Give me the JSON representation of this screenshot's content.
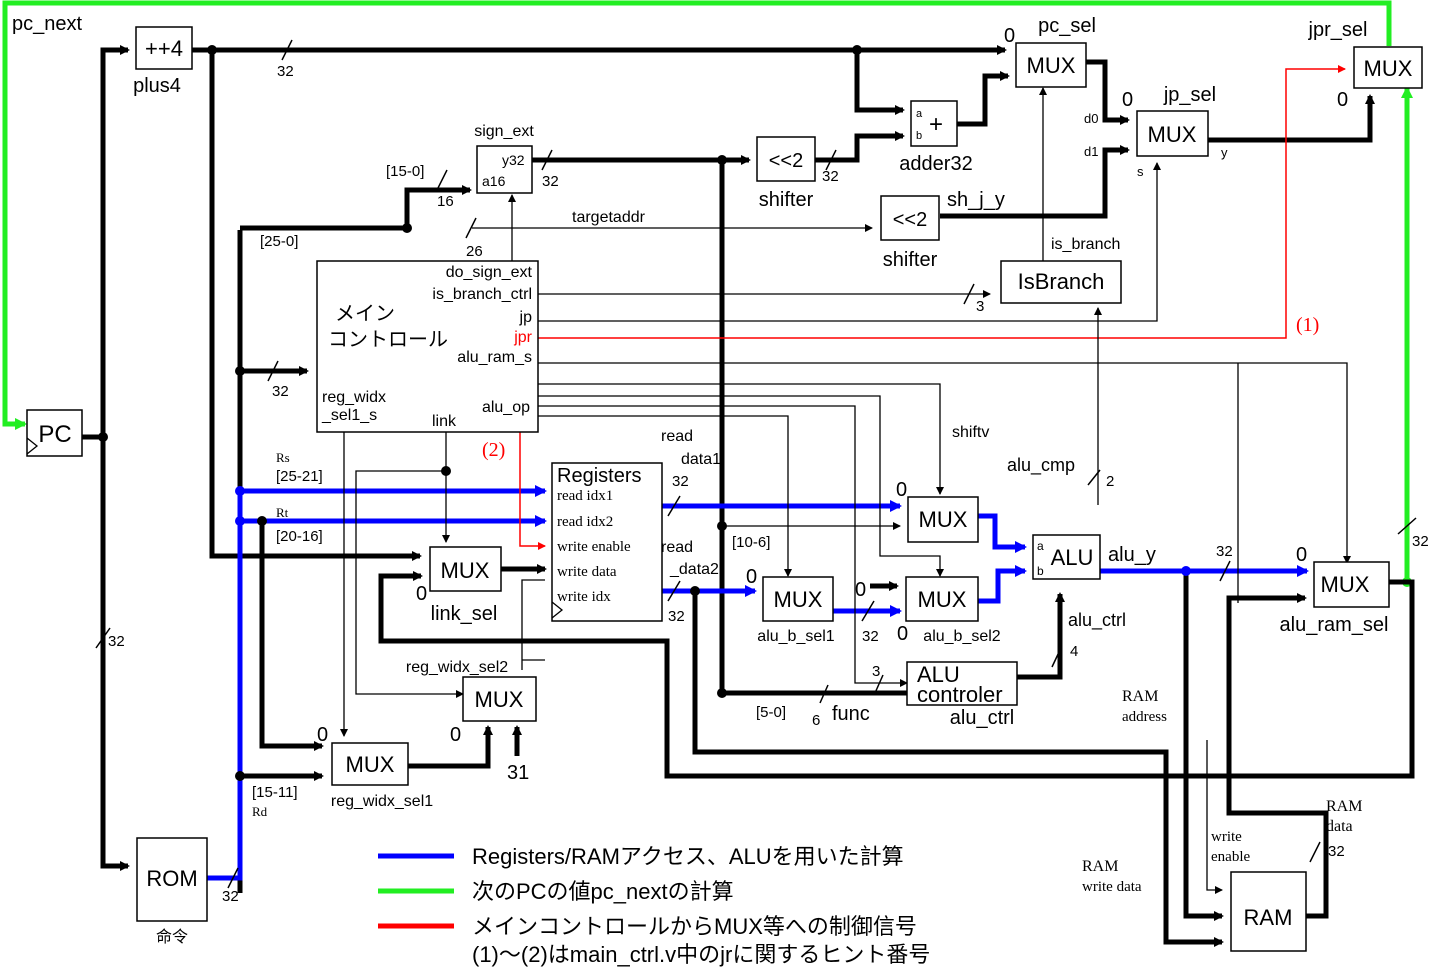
{
  "blocks": {
    "plus4": {
      "text": "++4",
      "label": "plus4"
    },
    "pc": {
      "text": "PC"
    },
    "rom": {
      "text": "ROM",
      "label": "命令"
    },
    "main_ctrl": {
      "title1": "メイン",
      "title2": "コントロール",
      "ports": [
        "do_sign_ext",
        "is_branch_ctrl",
        "jp",
        "jpr",
        "alu_ram_s",
        "alu_op"
      ],
      "port_reg_widx_1": "reg_widx",
      "port_reg_widx_2": "_sel1_s",
      "port_link": "link"
    },
    "sign_ext": {
      "label": "sign_ext",
      "in": "a16",
      "out": "y32"
    },
    "shifter1": {
      "text": "<<2",
      "label": "shifter"
    },
    "shifter2": {
      "text": "<<2",
      "label": "shifter"
    },
    "adder": {
      "text": "+",
      "a": "a",
      "b": "b",
      "label": "adder32"
    },
    "pc_sel": {
      "text": "MUX",
      "label": "pc_sel",
      "zero": "0"
    },
    "jp_sel": {
      "text": "MUX",
      "label": "jp_sel",
      "zero": "0",
      "d0": "d0",
      "d1": "d1",
      "s": "s",
      "y": "y"
    },
    "jpr_sel": {
      "text": "MUX",
      "label": "jpr_sel",
      "zero": "0"
    },
    "isbranch": {
      "text": "IsBranch",
      "label": "is_branch"
    },
    "registers": {
      "title": "Registers",
      "ports": [
        "read idx1",
        "read idx2",
        "write enable",
        "write data",
        "write idx"
      ],
      "read1_a": "read",
      "read1_b": "data1",
      "read2_a": "read",
      "read2_b": "_data2"
    },
    "link_sel": {
      "text": "MUX",
      "label": "link_sel",
      "zero": "0"
    },
    "reg_widx_sel2": {
      "text": "MUX",
      "label": "reg_widx_sel2",
      "zero": "0"
    },
    "reg_widx_sel1": {
      "text": "MUX",
      "label": "reg_widx_sel1",
      "zero": "0"
    },
    "alu_a_mux": {
      "text": "MUX",
      "zero": "0"
    },
    "alu_b_sel1": {
      "text": "MUX",
      "label": "alu_b_sel1",
      "zero": "0"
    },
    "alu_b_sel2": {
      "text": "MUX",
      "label": "alu_b_sel2",
      "zero": "0",
      "zero2": "0"
    },
    "alu": {
      "text": "ALU",
      "a": "a",
      "b": "b",
      "label": "alu_y"
    },
    "alu_ctrl": {
      "text1": "ALU",
      "text2": "controler",
      "label": "alu_ctrl"
    },
    "alu_ram_sel": {
      "text": "MUX",
      "label": "alu_ram_sel",
      "zero": "0"
    },
    "ram": {
      "text": "RAM"
    }
  },
  "signals": {
    "pc_next": "pc_next",
    "targetaddr": "targetaddr",
    "sh_j_y": "sh_j_y",
    "shiftv": "shiftv",
    "alu_cmp": "alu_cmp",
    "alu_ctrl_sig": "alu_ctrl",
    "func": "func",
    "rs": "Rs",
    "rt": "Rt",
    "rd": "Rd",
    "ram_address_1": "RAM",
    "ram_address_2": "address",
    "ram_data_1": "RAM",
    "ram_data_2": "data",
    "ram_wdata_1": "RAM",
    "ram_wdata_2": "write data",
    "write_enable_1": "write",
    "write_enable_2": "enable",
    "const31": "31",
    "hint1": "(1)",
    "hint2": "(2)"
  },
  "bits": {
    "b15_0": "[15-0]",
    "b25_0": "[25-0]",
    "b25_21": "[25-21]",
    "b20_16": "[20-16]",
    "b15_11": "[15-11]",
    "b10_6": "[10-6]",
    "b5_0": "[5-0]",
    "w32": "32",
    "w16": "16",
    "w26": "26",
    "w3": "3",
    "w2": "2",
    "w4": "4",
    "w6": "6"
  },
  "legend": [
    {
      "color": "#0000ff",
      "text": "Registers/RAMアクセス、ALUを用いた計算"
    },
    {
      "color": "#22ee22",
      "text": "次のPCの値pc_nextの計算"
    },
    {
      "color": "#ff0000",
      "text": "メインコントロールからMUX等への制御信号"
    }
  ],
  "legend_note": "(1)〜(2)はmain_ctrl.v中のjrに関するヒント番号"
}
